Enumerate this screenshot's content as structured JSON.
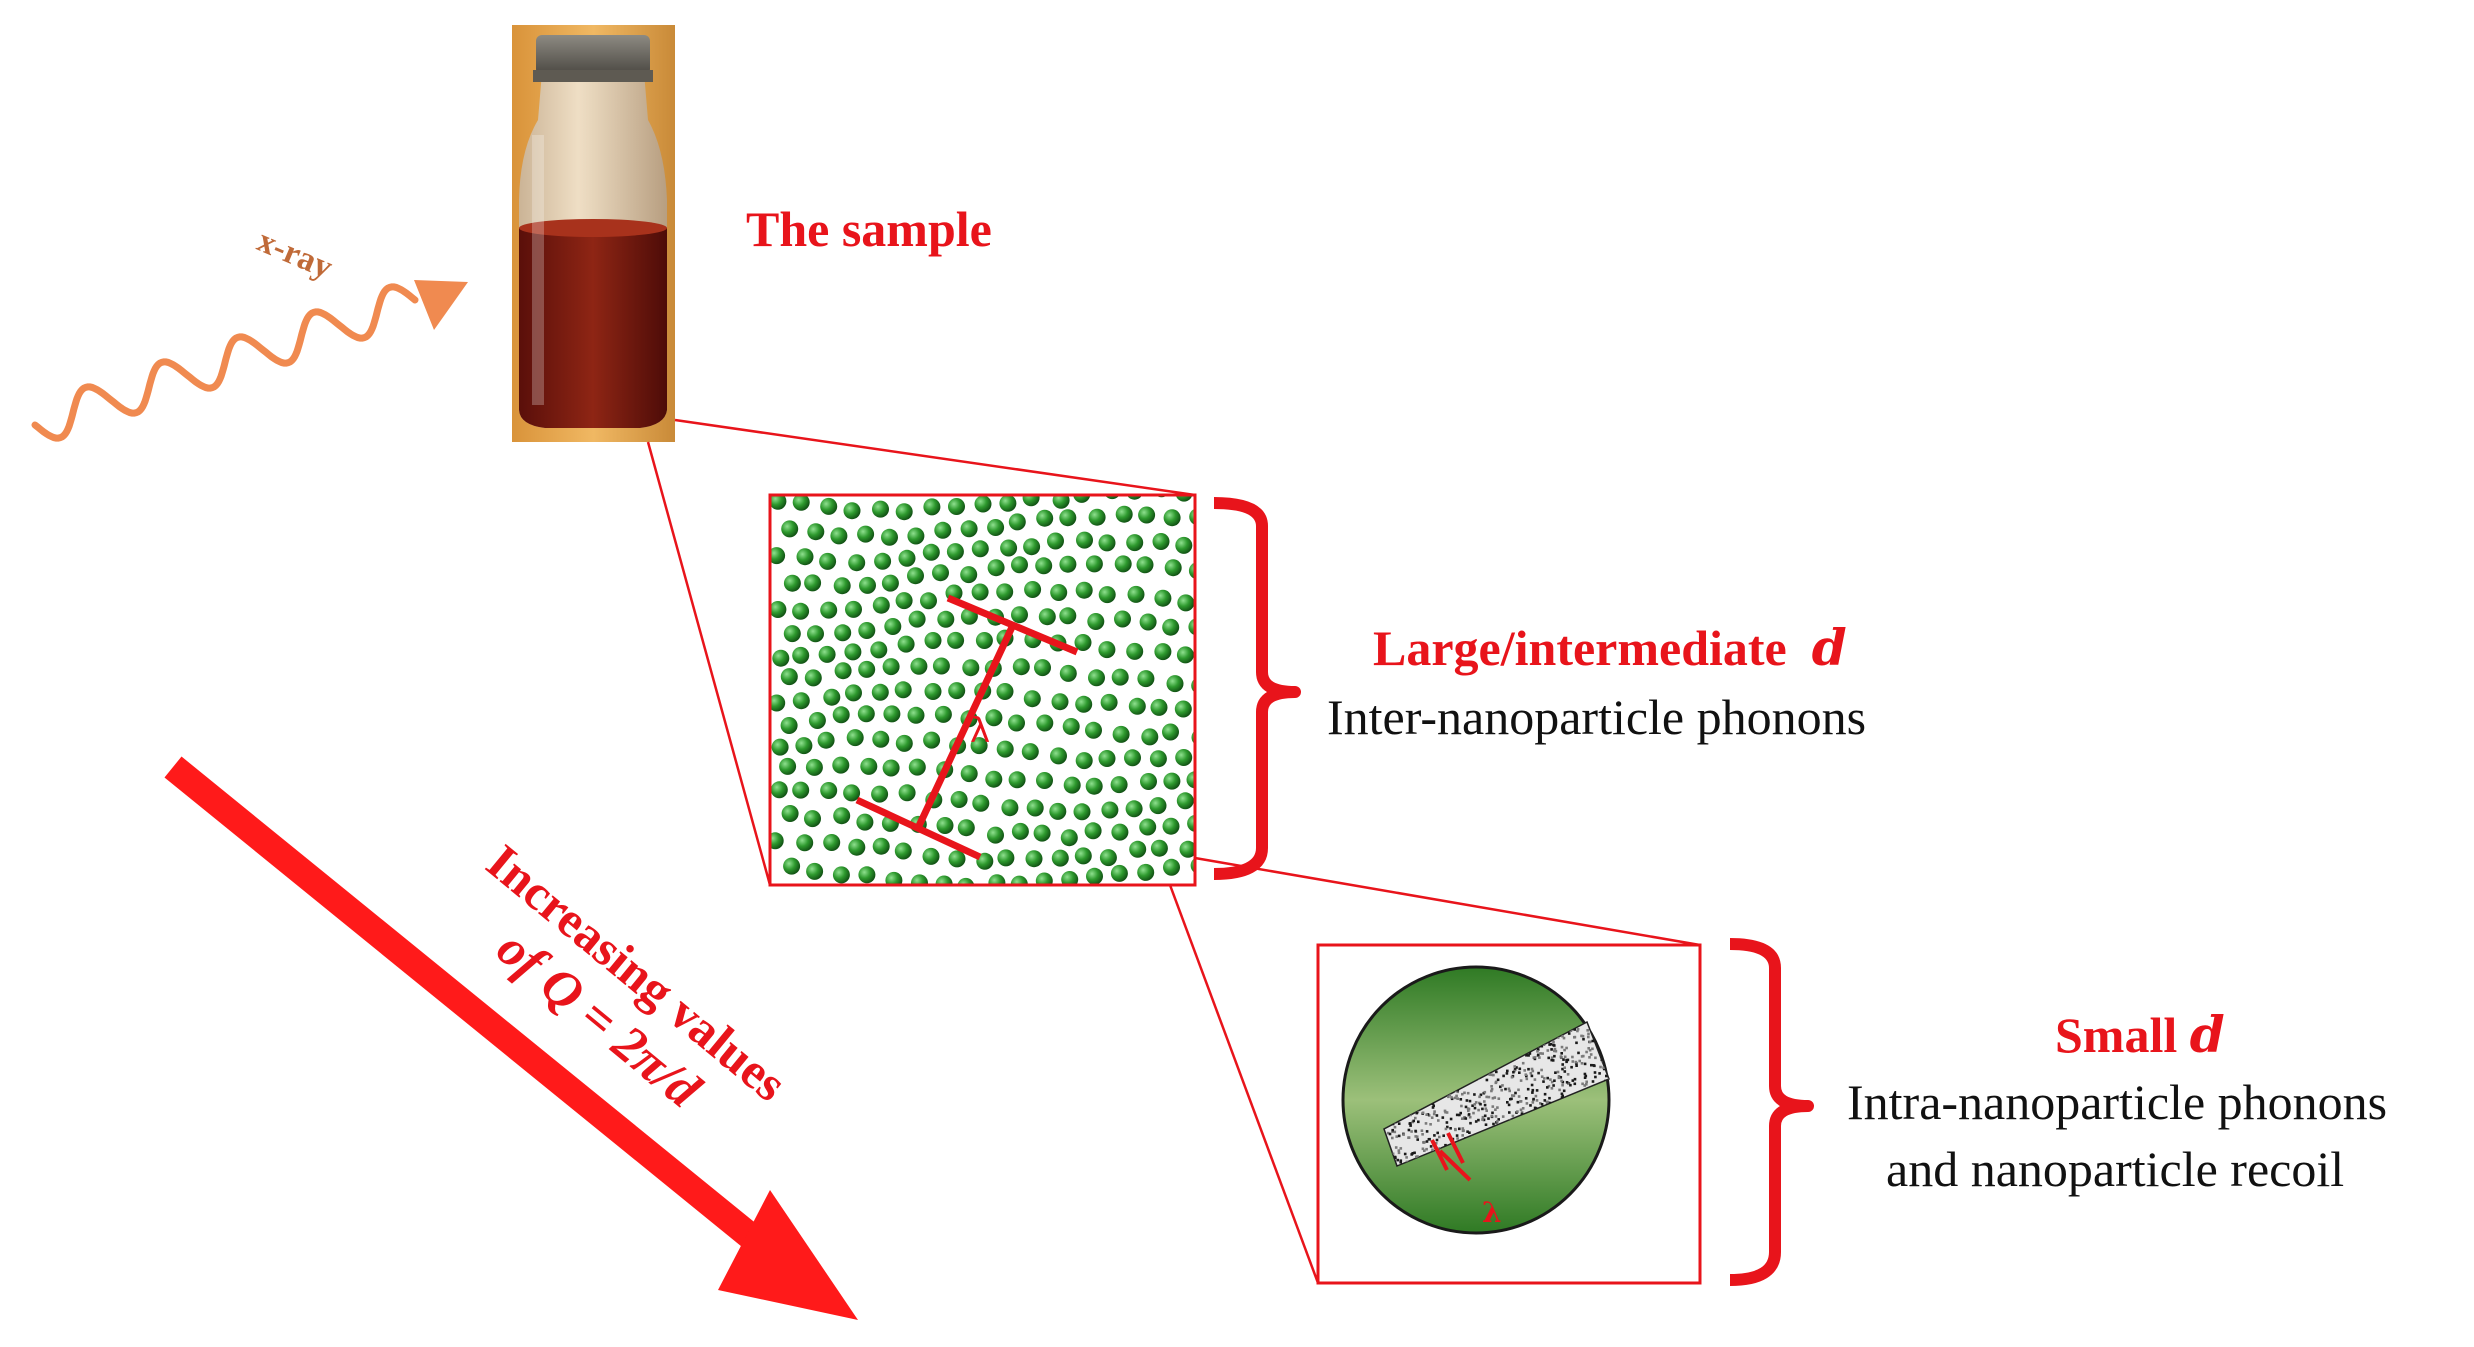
{
  "colors": {
    "accent": "#e8141b",
    "xray": "#f08a50",
    "particle": "#2e9a2e",
    "sphere_dark": "#2f7a24",
    "sphere_light": "#9cc07a",
    "vial_liquid": "#7a1810",
    "vial_bg": "#e0a24a"
  },
  "xray": {
    "label": "x-ray"
  },
  "sample": {
    "label": "The sample"
  },
  "panel_large": {
    "title_text": "Large/intermediate",
    "title_var": "d",
    "description": "Inter-nanoparticle phonons",
    "wavelength_symbol": "λ"
  },
  "panel_small": {
    "title_text": "Small",
    "title_var": "d",
    "description_line1": "Intra-nanoparticle phonons",
    "description_line2": "and nanoparticle recoil",
    "wavelength_symbol": "λ"
  },
  "q_arrow": {
    "line1": "Increasing values",
    "line2": "of Q = 2π/d"
  }
}
